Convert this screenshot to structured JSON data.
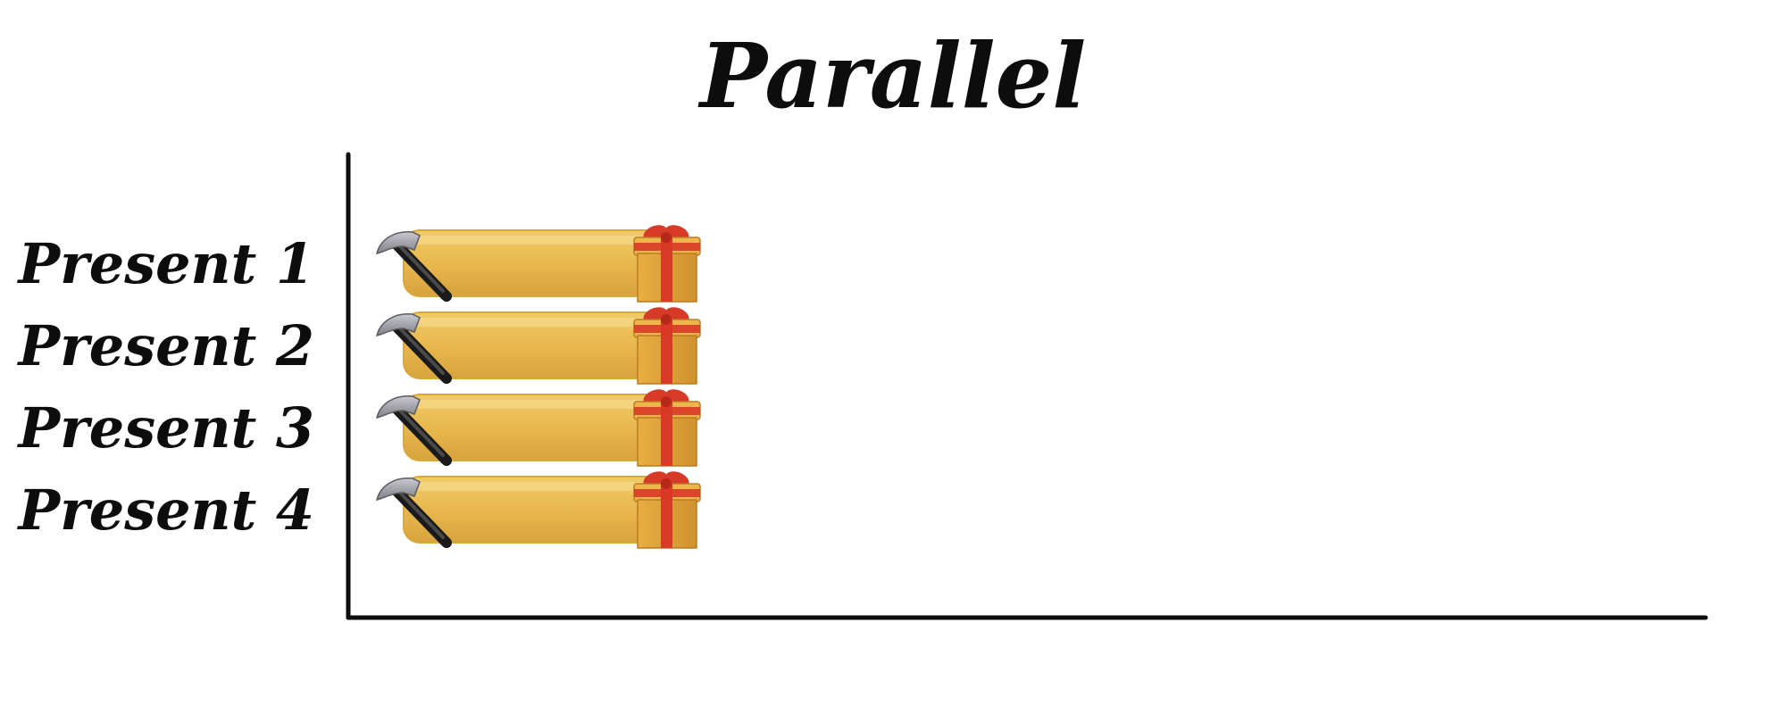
{
  "title": "Parallel",
  "rows": [
    {
      "label": "Present 1",
      "start_icon": "hammer-icon",
      "end_icon": "gift-icon"
    },
    {
      "label": "Present 2",
      "start_icon": "hammer-icon",
      "end_icon": "gift-icon"
    },
    {
      "label": "Present 3",
      "start_icon": "hammer-icon",
      "end_icon": "gift-icon"
    },
    {
      "label": "Present 4",
      "start_icon": "hammer-icon",
      "end_icon": "gift-icon"
    }
  ],
  "colors": {
    "bar": "#E8B84E",
    "bar_edge": "#D9A63C",
    "gift_box": "#E1A43A",
    "gift_ribbon": "#D73A26",
    "axis": "#0d0d0d"
  }
}
